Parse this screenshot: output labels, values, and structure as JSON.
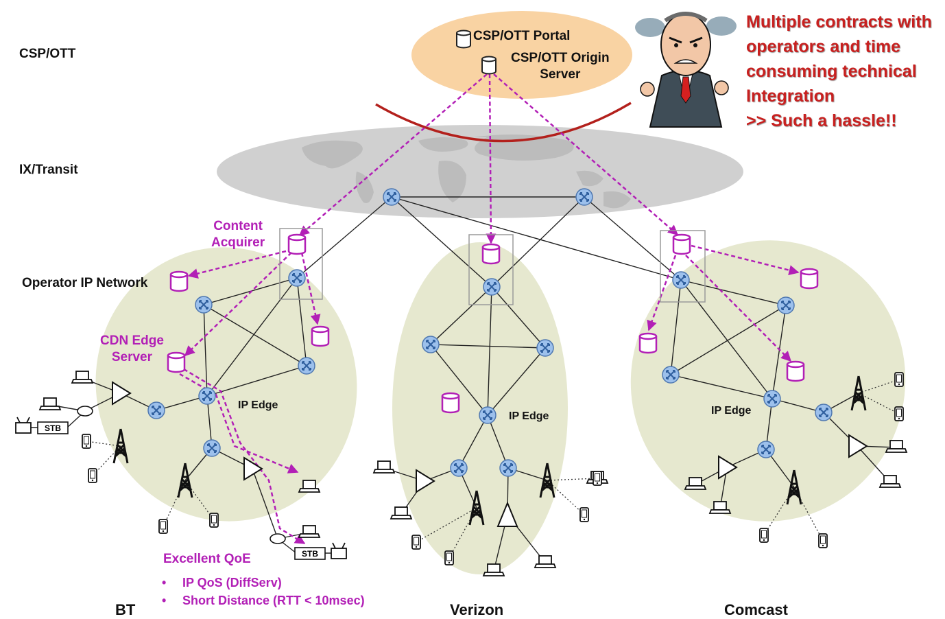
{
  "tiers": {
    "csp": "CSP/OTT",
    "ix": "IX/Transit",
    "operator": "Operator IP Network"
  },
  "csp_cloud": {
    "portal": "CSP/OTT Portal",
    "origin_line1": "CSP/OTT Origin",
    "origin_line2": "Server"
  },
  "complaint": {
    "line1": "Multiple contracts with",
    "line2": "operators and  time",
    "line3": "consuming technical",
    "line4": "Integration",
    "line5": ">> Such a hassle!!"
  },
  "callouts": {
    "content_acquirer_1": "Content",
    "content_acquirer_2": "Acquirer",
    "cdn_edge_1": "CDN Edge",
    "cdn_edge_2": "Server"
  },
  "ip_edge": "IP Edge",
  "stb": "STB",
  "qoe": {
    "title": "Excellent QoE",
    "bullet": "•",
    "item1": "IP QoS (DiffServ)",
    "item2": "Short Distance (RTT < 10msec)"
  },
  "operators": {
    "bt": "BT",
    "verizon": "Verizon",
    "comcast": "Comcast"
  },
  "colors": {
    "cloud": "#f9d3a3",
    "ellipse": "#e6e8cf",
    "router": "#9cc0ec",
    "cdn": "#b21fb6",
    "curve": "#b3201c",
    "complaint": "#c8201f"
  }
}
